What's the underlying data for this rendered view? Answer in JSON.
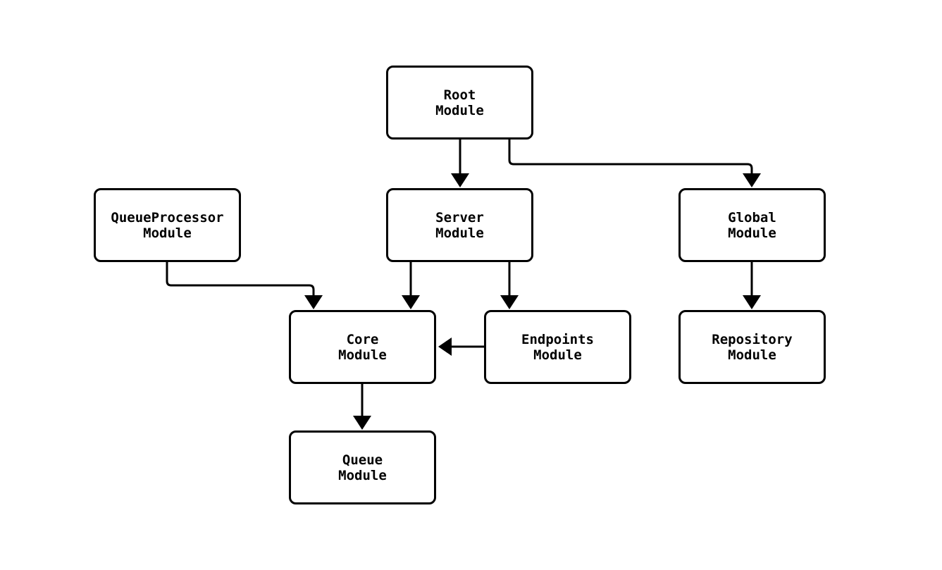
{
  "diagram": {
    "background_color": "#ffffff",
    "node_fill_color": "#ffffff",
    "node_border_color": "#000000",
    "edge_color": "#000000",
    "text_color": "#000000",
    "nodes": [
      {
        "id": "root",
        "label": "Root\nModule"
      },
      {
        "id": "queueprocessor",
        "label": "QueueProcessor\nModule"
      },
      {
        "id": "server",
        "label": "Server\nModule"
      },
      {
        "id": "global",
        "label": "Global\nModule"
      },
      {
        "id": "core",
        "label": "Core\nModule"
      },
      {
        "id": "endpoints",
        "label": "Endpoints\nModule"
      },
      {
        "id": "repository",
        "label": "Repository\nModule"
      },
      {
        "id": "queue",
        "label": "Queue\nModule"
      }
    ],
    "edges": [
      {
        "from": "root",
        "to": "server"
      },
      {
        "from": "root",
        "to": "global"
      },
      {
        "from": "queueprocessor",
        "to": "core"
      },
      {
        "from": "server",
        "to": "core"
      },
      {
        "from": "server",
        "to": "endpoints"
      },
      {
        "from": "endpoints",
        "to": "core"
      },
      {
        "from": "global",
        "to": "repository"
      },
      {
        "from": "core",
        "to": "queue"
      }
    ]
  }
}
